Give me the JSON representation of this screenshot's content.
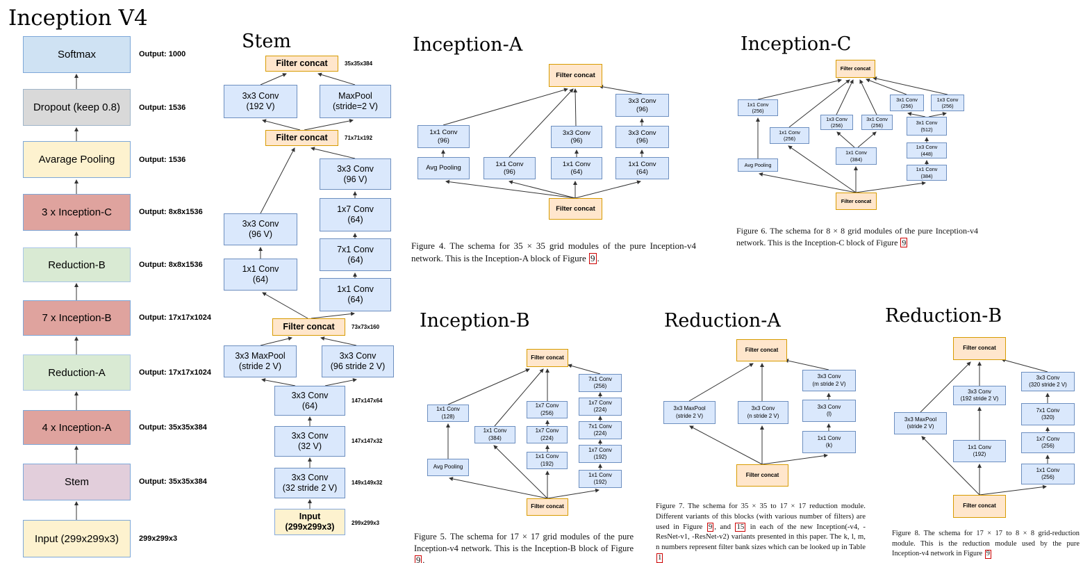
{
  "palette": {
    "node_blue_fill": "#dae8fc",
    "node_blue_border": "#6c8ebf",
    "node_orange_fill": "#ffe6cc",
    "node_orange_border": "#d79b00",
    "input_yellow_fill": "#fdf2cf",
    "overview_blue": "#cfe2f3",
    "overview_gray": "#d9d9d9",
    "overview_yellow": "#fdf2cf",
    "overview_salmon": "#dfa39e",
    "overview_green": "#d9ead3",
    "overview_lavender": "#e2cedb",
    "overview_border": "#7da7d8",
    "arrow_color": "#333333",
    "figref_border": "#cc0000"
  },
  "overview": {
    "title": "Inception V4",
    "layers": [
      {
        "label": "Softmax",
        "output": "Output: 1000"
      },
      {
        "label": "Dropout (keep 0.8)",
        "output": "Output: 1536"
      },
      {
        "label": "Avarage Pooling",
        "output": "Output: 1536"
      },
      {
        "label": "3 x Inception-C",
        "output": "Output: 8x8x1536"
      },
      {
        "label": "Reduction-B",
        "output": "Output: 8x8x1536"
      },
      {
        "label": "7 x Inception-B",
        "output": "Output: 17x17x1024"
      },
      {
        "label": "Reduction-A",
        "output": "Output: 17x17x1024"
      },
      {
        "label": "4 x Inception-A",
        "output": "Output: 35x35x384"
      },
      {
        "label": "Stem",
        "output": "Output: 35x35x384"
      },
      {
        "label": "Input (299x299x3)",
        "output": "299x299x3"
      }
    ]
  },
  "stem": {
    "title": "Stem",
    "nodes": [
      {
        "label": "Filter concat"
      },
      {
        "label": "3x3 Conv\n(192 V)"
      },
      {
        "label": "MaxPool\n(stride=2 V)"
      },
      {
        "label": "Filter concat"
      },
      {
        "label": "3x3 Conv\n(96 V)"
      },
      {
        "label": "1x7 Conv\n(64)"
      },
      {
        "label": "7x1 Conv\n(64)"
      },
      {
        "label": "1x1 Conv\n(64)"
      },
      {
        "label": "3x3 Conv\n(96 V)"
      },
      {
        "label": "1x1 Conv\n(64)"
      },
      {
        "label": "Filter concat"
      },
      {
        "label": "3x3 MaxPool\n(stride 2 V)"
      },
      {
        "label": "3x3 Conv\n(96 stride 2 V)"
      },
      {
        "label": "3x3 Conv\n(64)"
      },
      {
        "label": "3x3 Conv\n(32 V)"
      },
      {
        "label": "3x3 Conv\n(32 stride 2 V)"
      },
      {
        "label": "Input\n(299x299x3)"
      }
    ],
    "dims": [
      "35x35x384",
      "71x71x192",
      "73x73x160",
      "147x147x64",
      "147x147x32",
      "149x149x32",
      "299x299x3"
    ]
  },
  "inception_a": {
    "title": "Inception-A",
    "nodes": [
      {
        "label": "Filter concat"
      },
      {
        "label": "3x3 Conv\n(96)"
      },
      {
        "label": "1x1 Conv\n(96)"
      },
      {
        "label": "3x3 Conv\n(96)"
      },
      {
        "label": "3x3 Conv\n(96)"
      },
      {
        "label": "Avg Pooling"
      },
      {
        "label": "1x1 Conv\n(96)"
      },
      {
        "label": "1x1 Conv\n(64)"
      },
      {
        "label": "1x1 Conv\n(64)"
      },
      {
        "label": "Filter concat"
      }
    ]
  },
  "inception_b": {
    "title": "Inception-B",
    "nodes": [
      {
        "label": "Filter concat"
      },
      {
        "label": "7x1 Conv\n(256)"
      },
      {
        "label": "1x7 Conv\n(224)"
      },
      {
        "label": "7x1 Conv\n(224)"
      },
      {
        "label": "1x7 Conv\n(192)"
      },
      {
        "label": "1x1 Conv\n(192)"
      },
      {
        "label": "1x7 Conv\n(256)"
      },
      {
        "label": "1x7 Conv\n(224)"
      },
      {
        "label": "1x1 Conv\n(192)"
      },
      {
        "label": "1x1 Conv\n(384)"
      },
      {
        "label": "1x1 Conv\n(128)"
      },
      {
        "label": "Avg Pooling"
      },
      {
        "label": "Filter concat"
      }
    ]
  },
  "inception_c": {
    "title": "Inception-C",
    "nodes": [
      {
        "label": "Filter concat"
      },
      {
        "label": "1x1 Conv\n(256)"
      },
      {
        "label": "1x1 Conv\n(256)"
      },
      {
        "label": "1x3 Conv\n(256)"
      },
      {
        "label": "3x1 Conv\n(256)"
      },
      {
        "label": "3x1 Conv\n(256)"
      },
      {
        "label": "1x3 Conv\n(256)"
      },
      {
        "label": "3x1 Conv\n(512)"
      },
      {
        "label": "1x3 Conv\n(448)"
      },
      {
        "label": "1x1 Conv\n(384)"
      },
      {
        "label": "1x1 Conv\n(384)"
      },
      {
        "label": "Avg Pooling"
      },
      {
        "label": "Filter concat"
      }
    ]
  },
  "reduction_a": {
    "title": "Reduction-A",
    "nodes": [
      {
        "label": "Filter concat"
      },
      {
        "label": "3x3 Conv\n(m stride 2 V)"
      },
      {
        "label": "3x3 MaxPool\n(stride 2 V)"
      },
      {
        "label": "3x3 Conv\n(n stride 2 V)"
      },
      {
        "label": "3x3 Conv\n(l)"
      },
      {
        "label": "1x1 Conv\n(k)"
      },
      {
        "label": "Filter concat"
      }
    ]
  },
  "reduction_b": {
    "title": "Reduction-B",
    "nodes": [
      {
        "label": "Filter concat"
      },
      {
        "label": "3x3 Conv\n(320 stride 2 V)"
      },
      {
        "label": "3x3 Conv\n(192 stride 2 V)"
      },
      {
        "label": "7x1 Conv\n(320)"
      },
      {
        "label": "3x3 MaxPool\n(stride 2 V)"
      },
      {
        "label": "1x7 Conv\n(256)"
      },
      {
        "label": "1x1 Conv\n(192)"
      },
      {
        "label": "1x1 Conv\n(256)"
      },
      {
        "label": "Filter concat"
      }
    ]
  },
  "captions": {
    "fig4": {
      "segments": [
        {
          "t": "Figure 4. The schema for 35 × 35 grid modules of the pure Inception-v4 network. This is the Inception-A block of Figure "
        },
        {
          "r": "9"
        },
        {
          "t": "."
        }
      ]
    },
    "fig5": {
      "segments": [
        {
          "t": "Figure 5. The schema for 17 × 17 grid modules of the pure Inception-v4 network. This is the Inception-B block of Figure "
        },
        {
          "r": "9"
        },
        {
          "t": "."
        }
      ]
    },
    "fig6": {
      "segments": [
        {
          "t": "Figure 6. The schema for 8 × 8 grid modules of the pure Inception-v4 network. This is the Inception-C block of Figure "
        },
        {
          "r": "9"
        }
      ]
    },
    "fig7": {
      "segments": [
        {
          "t": "Figure 7. The schema for 35 × 35 to 17 × 17 reduction module. Different variants of this blocks (with various number of filters) are used in Figure "
        },
        {
          "r": "9"
        },
        {
          "t": ", and "
        },
        {
          "r": "15"
        },
        {
          "t": " in each of the new Inception(-v4, -ResNet-v1, -ResNet-v2) variants presented in this paper. The k, l, m, n numbers represent filter bank sizes which can be looked up in Table "
        },
        {
          "r": "1"
        }
      ]
    },
    "fig8": {
      "segments": [
        {
          "t": "Figure 8. The schema for 17 × 17 to 8 × 8 grid-reduction module. This is the reduction module used by the pure Inception-v4 network in Figure "
        },
        {
          "r": "9"
        }
      ]
    }
  }
}
